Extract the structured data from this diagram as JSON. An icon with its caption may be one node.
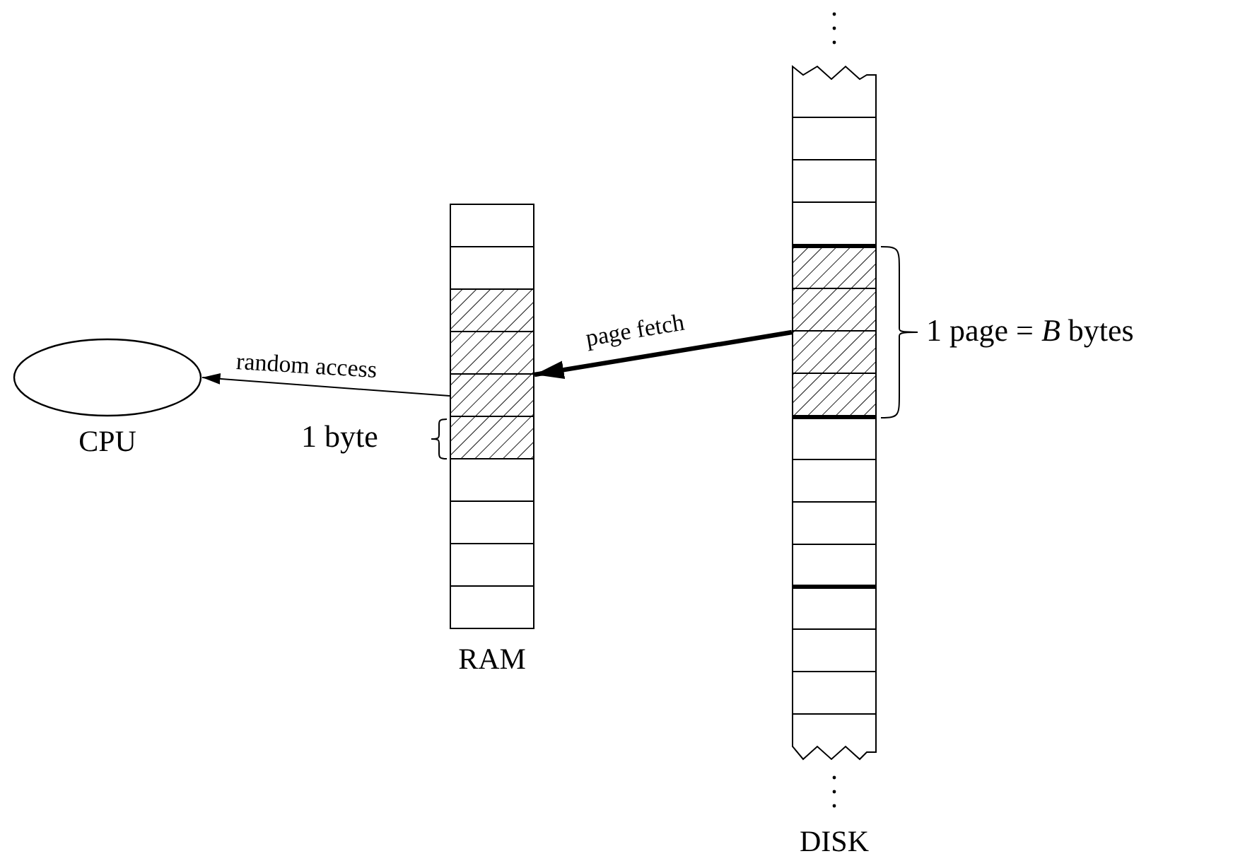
{
  "diagram": {
    "nodes": [
      {
        "text": [
          "CPU"
        ]
      },
      {
        "text": [
          "RAM"
        ]
      },
      {
        "text": [
          "DISK"
        ]
      }
    ],
    "edges": [
      {
        "from": 1,
        "to": 0,
        "arrow": "to",
        "label": "random access"
      },
      {
        "from": 2,
        "to": 1,
        "arrow": "to",
        "label": "page fetch",
        "style": "thick"
      }
    ],
    "labels": [
      "1 byte",
      "1 page = *B* bytes"
    ]
  }
}
